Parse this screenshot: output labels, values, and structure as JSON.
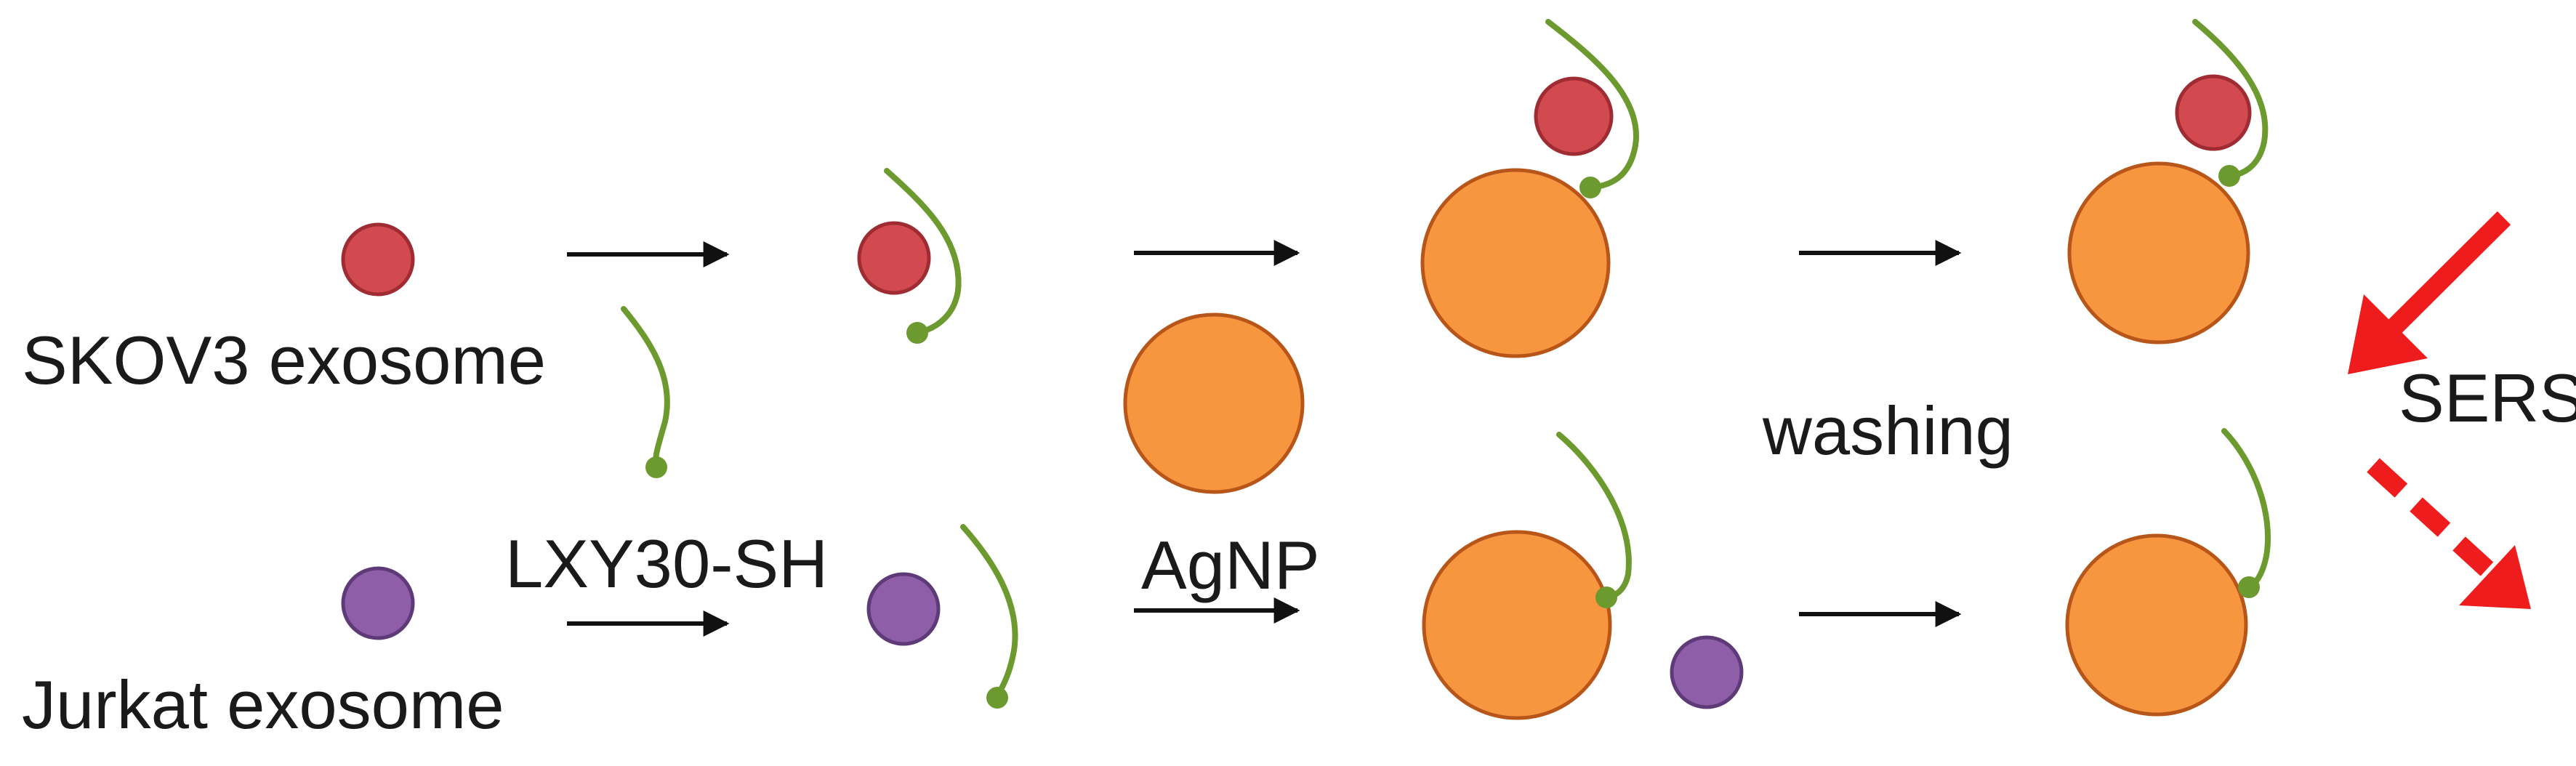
{
  "labels": {
    "skov3": "SKOV3 exosome",
    "jurkat": "Jurkat exosome",
    "peptide": "LXY30-SH",
    "agnp": "AgNP",
    "washing": "washing",
    "sers": "SERS"
  },
  "colors": {
    "skov3_exosome": "#d24a4f",
    "jurkat_exosome": "#8e5ea8",
    "agnp": "#f7963e",
    "peptide": "#6c9a2e",
    "sers_arrow": "#ee1c1c",
    "process_arrow": "#111111"
  }
}
